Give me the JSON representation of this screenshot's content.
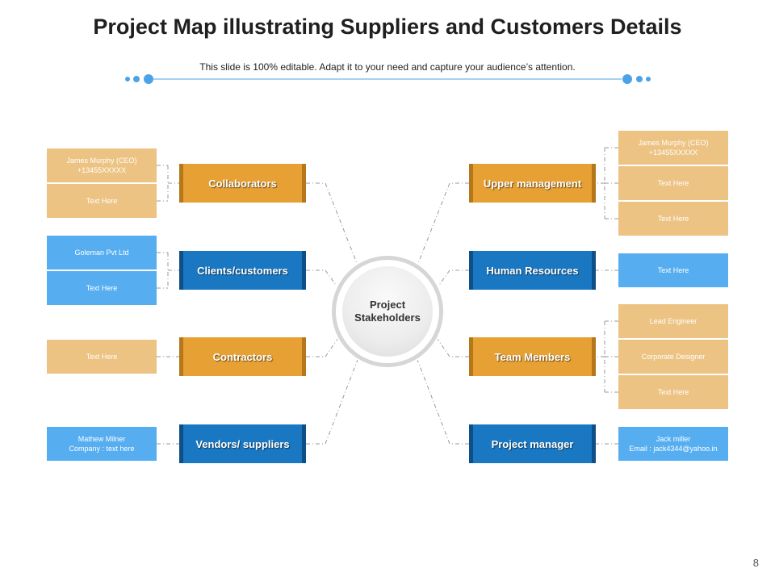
{
  "title": "Project Map illustrating Suppliers and Customers Details",
  "subtitle": "This slide is 100% editable. Adapt it to your need and capture your audience’s attention.",
  "center": {
    "label": "Project\nStakeholders"
  },
  "colors": {
    "orange": "#e6a033",
    "blue": "#1a78c2",
    "tan": "#ecc383",
    "sky": "#56aef0",
    "line": "#999999",
    "accent": "#4aa3e8"
  },
  "left": [
    {
      "category": "Collaborators",
      "color": "orange",
      "cards": [
        "James Murphy (CEO)\n+13455XXXXX",
        "Text Here"
      ]
    },
    {
      "category": "Clients/customers",
      "color": "blue",
      "cards": [
        "Goleman Pvt Ltd",
        "Text Here"
      ]
    },
    {
      "category": "Contractors",
      "color": "orange",
      "cards": [
        "Text Here"
      ]
    },
    {
      "category": "Vendors/ suppliers",
      "color": "blue",
      "cards": [
        "Mathew Milner\nCompany : text here"
      ]
    }
  ],
  "right": [
    {
      "category": "Upper management",
      "color": "orange",
      "cards": [
        "James Murphy (CEO)\n+13455XXXXX",
        "Text Here",
        "Text Here"
      ]
    },
    {
      "category": "Human Resources",
      "color": "blue",
      "cards": [
        "Text Here"
      ]
    },
    {
      "category": "Team Members",
      "color": "orange",
      "cards": [
        "Lead Engineer",
        "Corporate Designer",
        "Text Here"
      ]
    },
    {
      "category": "Project manager",
      "color": "blue",
      "cards": [
        "Jack miller\nEmail : jack4344@yahoo.in"
      ]
    }
  ],
  "page_number": "8"
}
